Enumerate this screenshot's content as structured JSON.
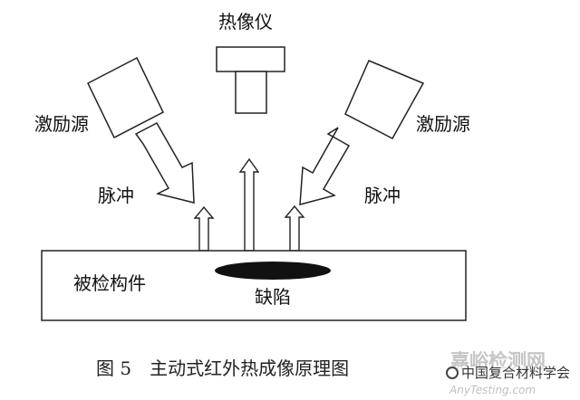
{
  "labels": {
    "camera": "热像仪",
    "excitation_left": "激励源",
    "excitation_right": "激励源",
    "pulse_left": "脉冲",
    "pulse_right": "脉冲",
    "specimen": "被检构件",
    "defect": "缺陷"
  },
  "caption": "图 5　主动式红外热成像原理图",
  "watermark": {
    "brand": "嘉峪检测网",
    "account": "中国复合材料学会",
    "site": "AnyTesting.com"
  }
}
